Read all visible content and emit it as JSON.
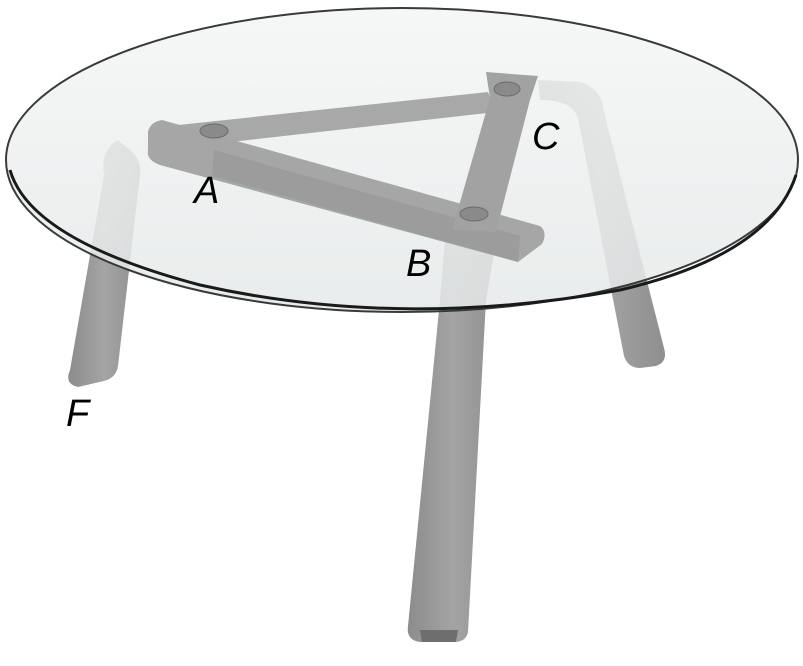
{
  "image": {
    "subject": "round-glass-coffee-table-with-three-wooden-legs",
    "palette": {
      "background": "#ffffff",
      "wood": "#9a9a9a",
      "wood_dark": "#7e7e7e",
      "wood_light": "#b8b8b8",
      "glass": "#eef0f0",
      "glass_edge": "#3a3a3a"
    }
  },
  "labels": {
    "a": "A",
    "b": "B",
    "c": "C",
    "f": "F"
  }
}
